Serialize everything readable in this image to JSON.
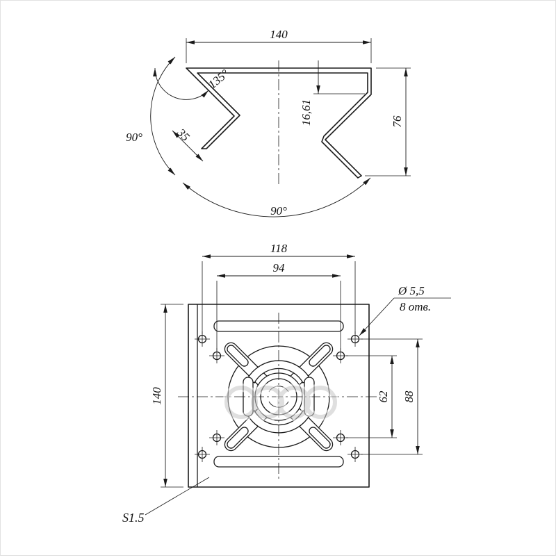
{
  "colors": {
    "line": "#1a1a1a",
    "watermark": "#c6c6c6",
    "background": "#ffffff"
  },
  "views": {
    "profile": {
      "width_dim": "140",
      "bend_angle_dim": "135°",
      "left_angle_dim": "90°",
      "flange_length_dim": "35",
      "step_depth_dim": "16,61",
      "height_dim": "76",
      "bottom_angle_dim": "90°"
    },
    "plate": {
      "outer_hole_span_h_dim": "118",
      "inner_hole_span_h_dim": "94",
      "plate_height_dim": "140",
      "inner_hole_span_v_dim": "62",
      "outer_hole_span_v_dim": "88",
      "hole_diameter_note": "Ø 5,5",
      "hole_count_note": "8 отв.",
      "sheet_thickness_note": "S1.5"
    }
  }
}
